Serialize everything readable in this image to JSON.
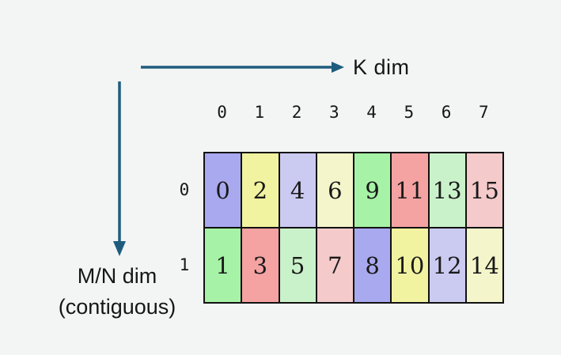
{
  "page": {
    "background_color": "#f3f4f4",
    "text_color": "#161616"
  },
  "axes": {
    "arrow_color": "#1e5c7e",
    "k": {
      "label": "K dim"
    },
    "mn": {
      "label_line1": "M/N dim",
      "label_line2": "(contiguous)"
    }
  },
  "matrix": {
    "col_headers": [
      "0",
      "1",
      "2",
      "3",
      "4",
      "5",
      "6",
      "7"
    ],
    "row_headers": [
      "0",
      "1"
    ],
    "palette": {
      "periwinkle": "#a9a9ef",
      "yellow": "#f1f3a0",
      "lavender": "#cbcaf1",
      "pale_yellow": "#f4f5cb",
      "green": "#a6f2a6",
      "salmon": "#f4a2a2",
      "light_green": "#caf2ca",
      "pink": "#f4caca"
    },
    "rows": [
      {
        "cells": [
          {
            "value": "0",
            "color": "#a9a9ef"
          },
          {
            "value": "2",
            "color": "#f1f3a0"
          },
          {
            "value": "4",
            "color": "#cbcaf1"
          },
          {
            "value": "6",
            "color": "#f4f5cb"
          },
          {
            "value": "9",
            "color": "#a6f2a6"
          },
          {
            "value": "11",
            "color": "#f4a2a2"
          },
          {
            "value": "13",
            "color": "#caf2ca"
          },
          {
            "value": "15",
            "color": "#f4caca"
          }
        ]
      },
      {
        "cells": [
          {
            "value": "1",
            "color": "#a6f2a6"
          },
          {
            "value": "3",
            "color": "#f4a2a2"
          },
          {
            "value": "5",
            "color": "#caf2ca"
          },
          {
            "value": "7",
            "color": "#f4caca"
          },
          {
            "value": "8",
            "color": "#a9a9ef"
          },
          {
            "value": "10",
            "color": "#f1f3a0"
          },
          {
            "value": "12",
            "color": "#cbcaf1"
          },
          {
            "value": "14",
            "color": "#f4f5cb"
          }
        ]
      }
    ]
  }
}
